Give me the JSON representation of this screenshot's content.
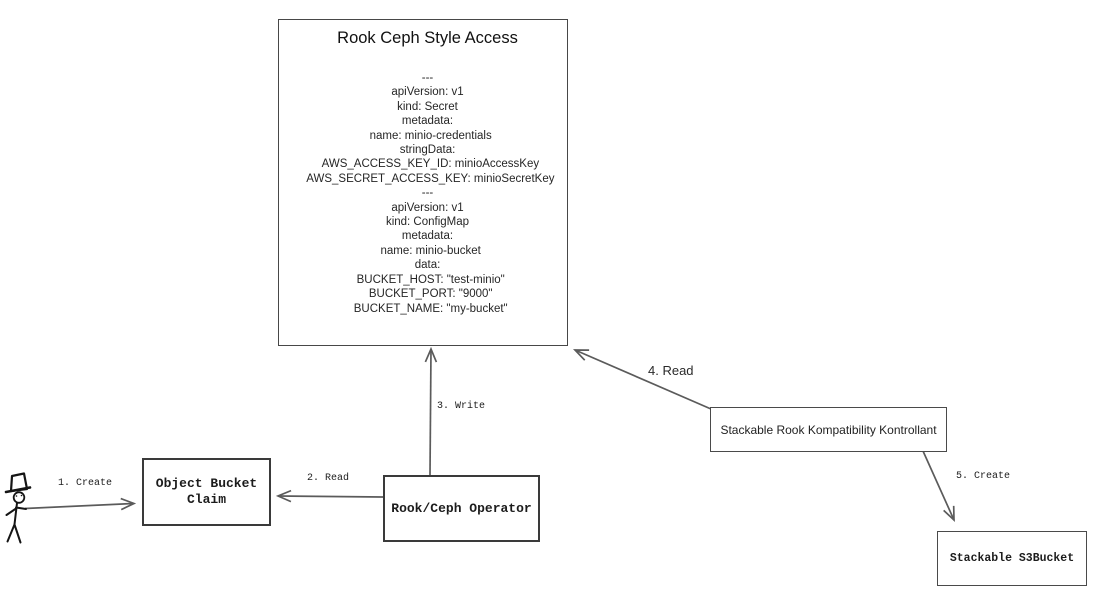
{
  "diagram": {
    "yaml_box": {
      "title": "Rook Ceph Style Access",
      "yaml_lines": [
        "---",
        "apiVersion: v1",
        "kind: Secret",
        "metadata:",
        "  name: minio-credentials",
        "stringData:",
        "  AWS_ACCESS_KEY_ID: minioAccessKey",
        "  AWS_SECRET_ACCESS_KEY: minioSecretKey",
        "---",
        "apiVersion: v1",
        "kind: ConfigMap",
        "metadata:",
        "  name: minio-bucket",
        "data:",
        "  BUCKET_HOST: \"test-minio\"",
        "  BUCKET_PORT: \"9000\"",
        "  BUCKET_NAME: \"my-bucket\""
      ]
    },
    "nodes": {
      "object_bucket_claim": {
        "label": "Object Bucket Claim"
      },
      "rook_ceph_operator": {
        "label": "Rook/Ceph Operator"
      },
      "stackable_kontrollant": {
        "label": "Stackable Rook Kompatibility Kontrollant"
      },
      "stackable_s3bucket": {
        "label": "Stackable S3Bucket"
      }
    },
    "edges": [
      {
        "label": "1. Create",
        "from": "user",
        "to": "object_bucket_claim"
      },
      {
        "label": "2. Read",
        "from": "rook_ceph_operator",
        "to": "object_bucket_claim"
      },
      {
        "label": "3. Write",
        "from": "rook_ceph_operator",
        "to": "yaml_box"
      },
      {
        "label": "4. Read",
        "from": "stackable_kontrollant",
        "to": "yaml_box"
      },
      {
        "label": "5. Create",
        "from": "stackable_kontrollant",
        "to": "stackable_s3bucket"
      }
    ],
    "icons": {
      "actor": "stick-figure-user"
    },
    "colors": {
      "background": "#ffffff",
      "arrow": "#5b5b5b",
      "box_border": "#3a3a3a",
      "text": "#1c1c1c"
    }
  }
}
